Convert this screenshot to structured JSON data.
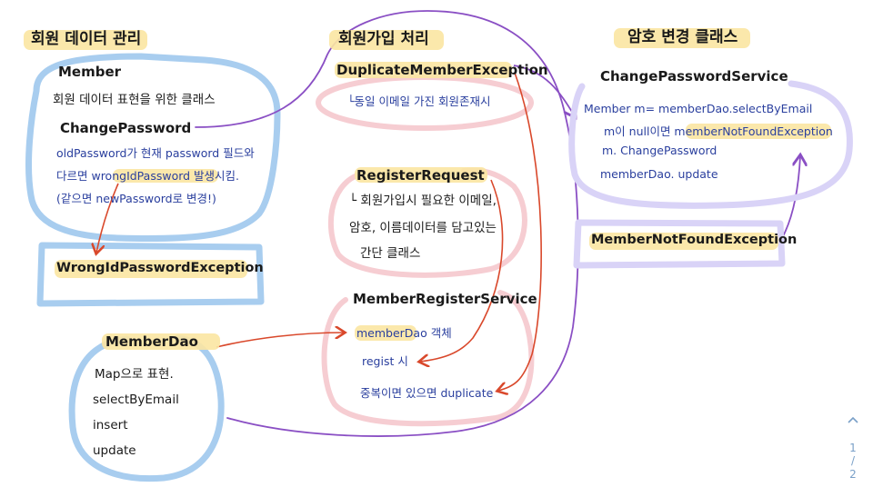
{
  "sections": {
    "member_data": {
      "title": "회원 데이터 관리",
      "member": "Member",
      "desc": "회원 데이터 표현을 위한 클래스",
      "change_password": "ChangePassword",
      "note_line1": "oldPassword가 현재 password 필드와",
      "note_line2": "다르면 wrongIdPassword 발생시킴.",
      "note_line3": "(같으면 newPassword로 변경!)",
      "exception": "WrongIdPasswordException"
    },
    "member_dao": {
      "title": "MemberDao",
      "line1": "Map으로 표현.",
      "line2": "selectByEmail",
      "line3": "insert",
      "line4": "update"
    },
    "register": {
      "title": "회원가입 처리",
      "duplicate_exception": "DuplicateMemberException",
      "duplicate_desc": "└동일 이메일 가진 회원존재시",
      "request": "RegisterRequest",
      "request_line1": "└ 회원가입시 필요한 이메일,",
      "request_line2": "암호, 이름데이터를 담고있는",
      "request_line3": "간단 클래스",
      "service": "MemberRegisterService",
      "service_line1": "memberDao 객체",
      "service_line2": "regist 시",
      "service_line3": "중복이면 있으면 duplicate"
    },
    "password_change": {
      "title": "암호 변경 클래스",
      "service": "ChangePasswordService",
      "line1": "Member m= memberDao.selectByEmail",
      "line2": "m이 null이면 memberNotFoundException",
      "line3": "m. ChangePassword",
      "line4": "memberDao. update",
      "exception": "MemberNotFoundException"
    }
  },
  "pager": {
    "up_icon": "chevron-up-icon",
    "current": "1",
    "separator": "/",
    "total": "2"
  },
  "colors": {
    "blue": "#a8cdef",
    "pink": "#f6cdd2",
    "lavender": "#d9d3f7",
    "highlight": "#fbe6a2",
    "purple_line": "#8a4fc4",
    "red_arrow": "#d9482b",
    "navy_note": "#2a3f9e"
  }
}
